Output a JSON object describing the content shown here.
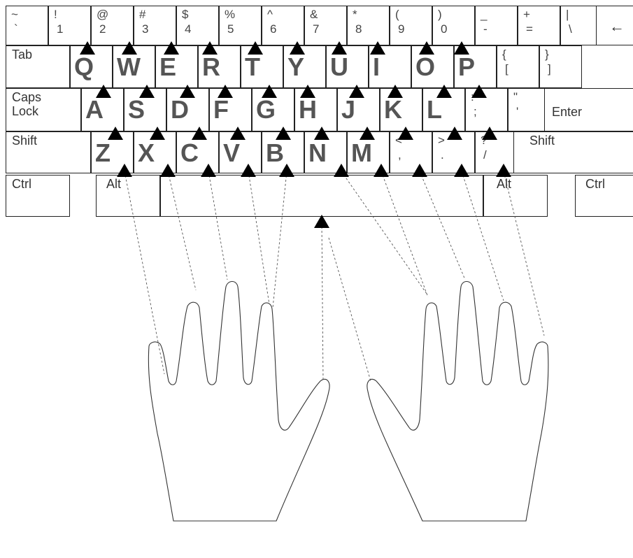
{
  "keyboard": {
    "number_row": [
      {
        "shift": "~",
        "base": "`"
      },
      {
        "shift": "!",
        "base": "1"
      },
      {
        "shift": "@",
        "base": "2"
      },
      {
        "shift": "#",
        "base": "3"
      },
      {
        "shift": "$",
        "base": "4"
      },
      {
        "shift": "%",
        "base": "5"
      },
      {
        "shift": "^",
        "base": "6"
      },
      {
        "shift": "&",
        "base": "7"
      },
      {
        "shift": "*",
        "base": "8"
      },
      {
        "shift": "(",
        "base": "9"
      },
      {
        "shift": ")",
        "base": "0"
      },
      {
        "shift": "_",
        "base": "-"
      },
      {
        "shift": "+",
        "base": "="
      },
      {
        "shift": "|",
        "base": "\\"
      }
    ],
    "backspace_glyph": "←",
    "tab_label": "Tab",
    "top_letters": [
      "Q",
      "W",
      "E",
      "R",
      "T",
      "Y",
      "U",
      "I",
      "O",
      "P"
    ],
    "top_brackets": [
      {
        "shift": "{",
        "base": "["
      },
      {
        "shift": "}",
        "base": "]"
      }
    ],
    "caps_label": "Caps\nLock",
    "home_letters": [
      "A",
      "S",
      "D",
      "F",
      "G",
      "H",
      "J",
      "K",
      "L"
    ],
    "home_punct": [
      {
        "shift": ":",
        "base": ";"
      },
      {
        "shift": "\"",
        "base": "'"
      }
    ],
    "enter_label": "Enter",
    "shift_label": "Shift",
    "bottom_letters": [
      "Z",
      "X",
      "C",
      "V",
      "B",
      "N",
      "M"
    ],
    "bottom_punct": [
      {
        "shift": "<",
        "base": ","
      },
      {
        "shift": ">",
        "base": "."
      },
      {
        "shift": "?",
        "base": "/"
      }
    ],
    "ctrl_label": "Ctrl",
    "alt_label": "Alt"
  },
  "colors": {
    "line": "#222222",
    "letter": "#555555",
    "arrow": "#000000",
    "guide": "#555555"
  }
}
